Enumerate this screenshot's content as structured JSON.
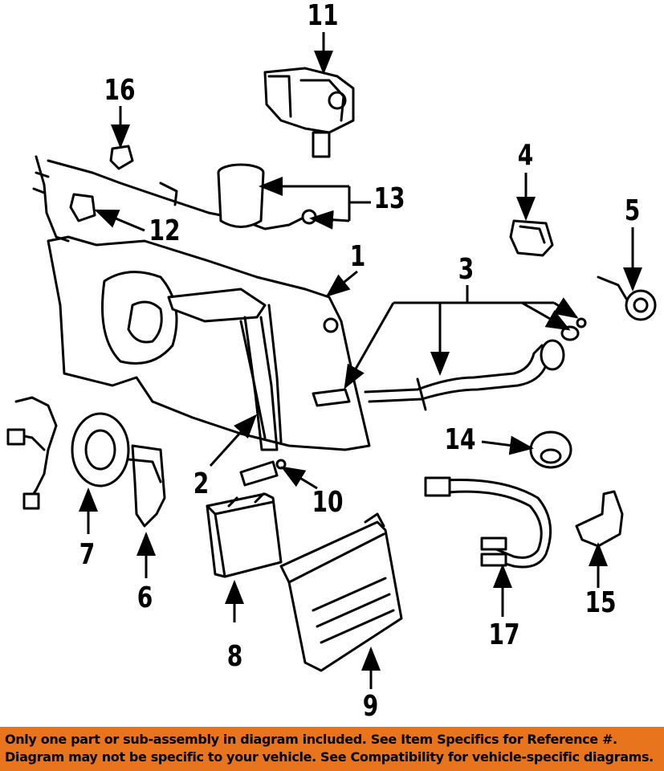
{
  "diagram": {
    "callouts": [
      "1",
      "2",
      "3",
      "4",
      "5",
      "6",
      "7",
      "8",
      "9",
      "10",
      "11",
      "12",
      "13",
      "14",
      "15",
      "16",
      "17"
    ]
  },
  "disclaimer": {
    "line1": "Only one part or sub-assembly in diagram included. See Item Specifics for Reference #.",
    "line2": "Diagram may not be specific to your vehicle. See Compatibility for vehicle-specific diagrams."
  },
  "colors": {
    "banner": "#e8741e",
    "ink": "#000000",
    "background": "#ffffff"
  }
}
